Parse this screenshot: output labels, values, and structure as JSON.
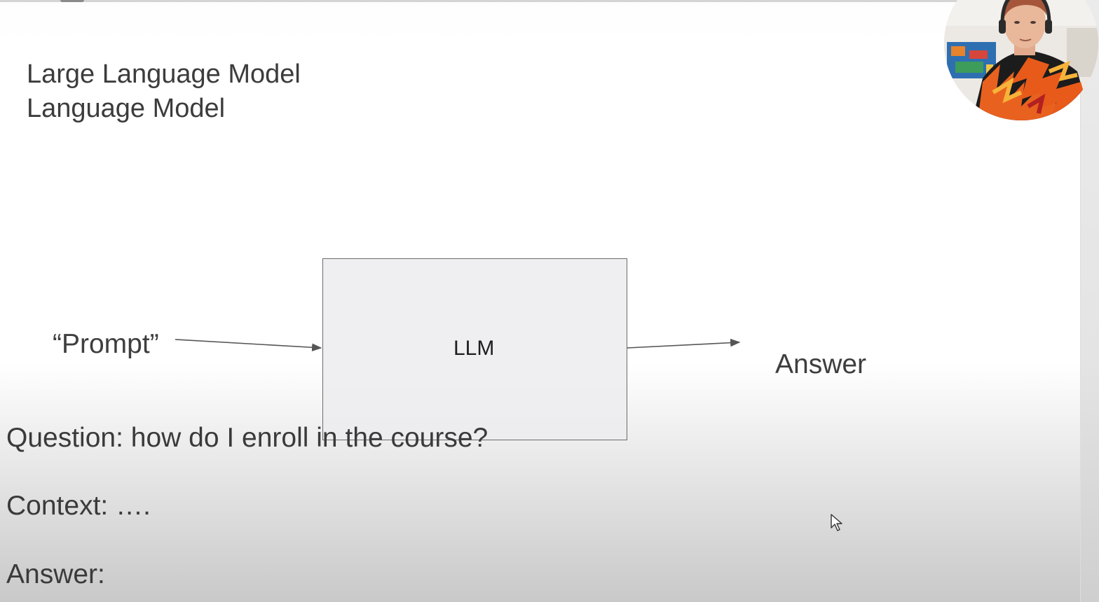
{
  "slide": {
    "title_line_1": "Large Language Model",
    "title_line_2": "Language Model"
  },
  "diagram": {
    "input_label": "“Prompt”",
    "box_label": "LLM",
    "output_label": "Answer"
  },
  "prompt_template": {
    "question": "Question: how do I enroll in the course?",
    "context": "Context: ….",
    "answer": "Answer:"
  },
  "webcam": {
    "description": "presenter-webcam",
    "icon": "person-with-headset"
  },
  "cursor": {
    "icon": "mouse-pointer-icon"
  },
  "colors": {
    "text": "#3c3c3c",
    "box_border": "#6b6b6b",
    "box_fill": "#ecebed",
    "arrow": "#555555"
  }
}
